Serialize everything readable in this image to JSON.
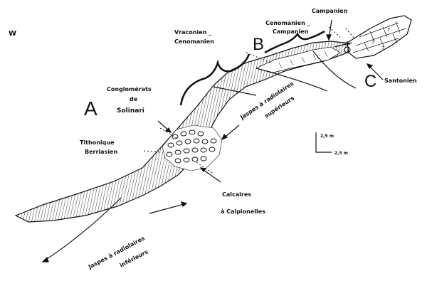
{
  "labels": {
    "west": "W",
    "section_a": "A",
    "section_b": "B",
    "section_c": "C",
    "vraconien_cenomanien_1": "Vraconien _",
    "vraconien_cenomanien_2": "Cenomanien",
    "cenomanien_campanien_1": "Cenomanien _",
    "cenomanien_campanien_2": "Campanien",
    "campanien": "Campanien",
    "santonien": "Santonien",
    "conglomerats_1": "Conglomérats",
    "conglomerats_2": "de",
    "conglomerats_3": "Solinari",
    "tithonique_1": "Tithonique",
    "tithonique_2": "Berriasien",
    "jaspes_superieurs_1": "Jaspes à radiolaires",
    "jaspes_superieurs_2": "supérieurs",
    "calcaires_1": "Calcaires",
    "calcaires_2": "à Calpionelles",
    "jaspes_inferieurs_1": "Jaspes à radiolaires",
    "jaspes_inferieurs_2": "inférieurs",
    "scale_vertical": "2,5 m",
    "scale_horizontal": "2,5 m"
  }
}
